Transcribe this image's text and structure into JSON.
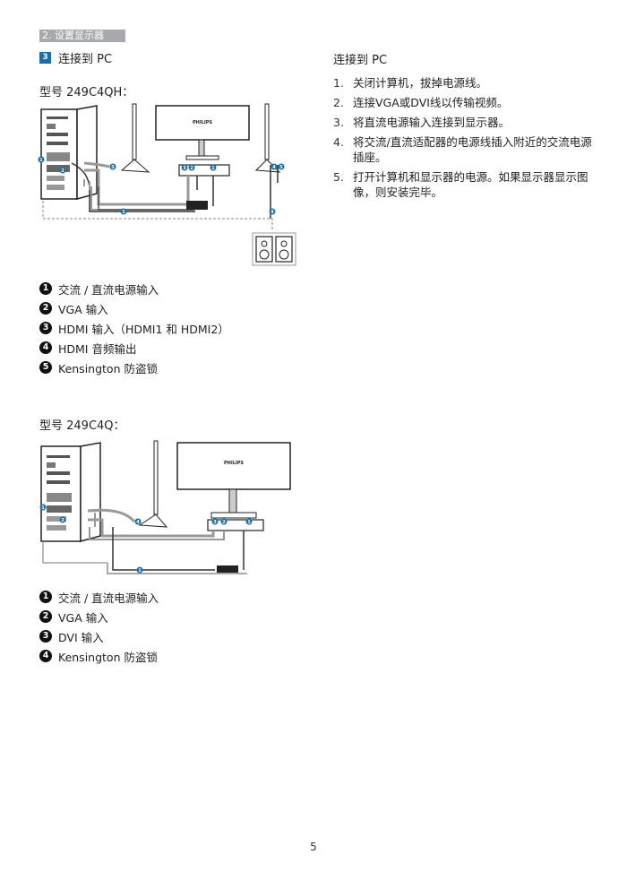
{
  "header": {
    "section_label": "2. 设置显示器",
    "step_number": "3",
    "step_title": "连接到 PC"
  },
  "model_qh": {
    "title": "型号 249C4QH：",
    "brand": "PHILIPS",
    "legend": [
      {
        "num": "1",
        "label": "交流 / 直流电源输入"
      },
      {
        "num": "2",
        "label": "VGA 输入"
      },
      {
        "num": "3",
        "label": "HDMI 输入（HDMI1 和 HDMI2）"
      },
      {
        "num": "4",
        "label": "HDMI 音频输出"
      },
      {
        "num": "5",
        "label": "Kensington 防盗锁"
      }
    ]
  },
  "model_q": {
    "title": "型号 249C4Q：",
    "brand": "PHILIPS",
    "legend": [
      {
        "num": "1",
        "label": "交流 / 直流电源输入"
      },
      {
        "num": "2",
        "label": "VGA 输入"
      },
      {
        "num": "3",
        "label": "DVI 输入"
      },
      {
        "num": "4",
        "label": "Kensington 防盗锁"
      }
    ]
  },
  "instructions": {
    "title": "连接到 PC",
    "steps": [
      {
        "num": "1.",
        "text": "关闭计算机，拔掉电源线。"
      },
      {
        "num": "2.",
        "text": "连接VGA或DVI线以传输视频。"
      },
      {
        "num": "3.",
        "text": "将直流电源输入连接到显示器。"
      },
      {
        "num": "4.",
        "text": "将交流/直流适配器的电源线插入附近的交流电源插座。"
      },
      {
        "num": "5.",
        "text": "打开计算机和显示器的电源。如果显示器显示图像，则安装完毕。"
      }
    ]
  },
  "footer": {
    "page_number": "5"
  },
  "colors": {
    "accent": "#1d6fa5",
    "section_bar": "#a7a9ac"
  }
}
